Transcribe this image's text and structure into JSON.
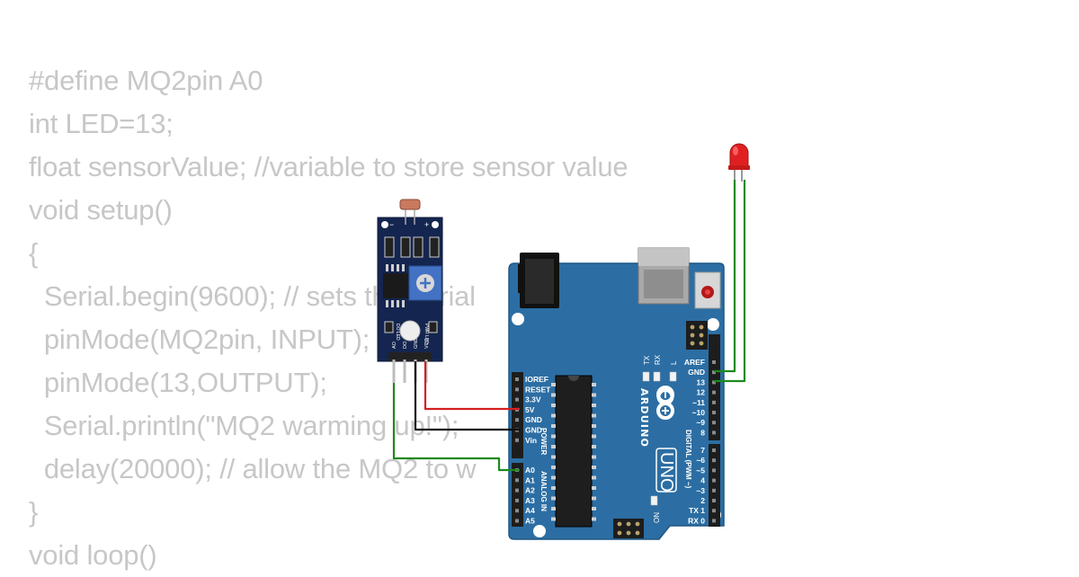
{
  "code": {
    "lines": [
      "#define MQ2pin A0",
      "int LED=13;",
      "float sensorValue; //variable to store sensor value",
      "void setup()",
      "{",
      "  Serial.begin(9600); // sets the serial",
      "  pinMode(MQ2pin, INPUT);",
      "  pinMode(13,OUTPUT);",
      "  Serial.println(\"MQ2 warming up!\");",
      "  delay(20000); // allow the MQ2 to w",
      "}",
      "void loop()"
    ]
  },
  "board": {
    "brand": "ARDUINO",
    "model": "UNO",
    "power_header": [
      "IOREF",
      "RESET",
      "3.3V",
      "5V",
      "GND",
      "GND",
      "Vin"
    ],
    "power_section": "POWER",
    "analog_header": [
      "A0",
      "A1",
      "A2",
      "A3",
      "A4",
      "A5"
    ],
    "analog_section": "ANALOG IN",
    "digital_header_top": [
      "AREF",
      "GND",
      "13",
      "12",
      "~11",
      "~10",
      "~9",
      "8"
    ],
    "digital_header_bottom": [
      "7",
      "~6",
      "~5",
      "4",
      "~3",
      "2",
      "TX 1",
      "RX 0"
    ],
    "digital_section": "DIGITAL (PWM ~)",
    "led_labels": {
      "tx": "TX",
      "rx": "RX",
      "l": "L",
      "on": "ON"
    }
  },
  "sensor": {
    "pin_labels": [
      "AO",
      "DO",
      "GND",
      "VCC"
    ],
    "led_labels": [
      "PWR LED",
      "DO LED"
    ]
  },
  "colors": {
    "board": "#2c6ea3",
    "sensor_board": "#14254f",
    "wire_red": "#d42020",
    "wire_black": "#111111",
    "wire_green": "#1c8a1c",
    "led": "#e02020",
    "code_text": "#c7c7c7"
  }
}
